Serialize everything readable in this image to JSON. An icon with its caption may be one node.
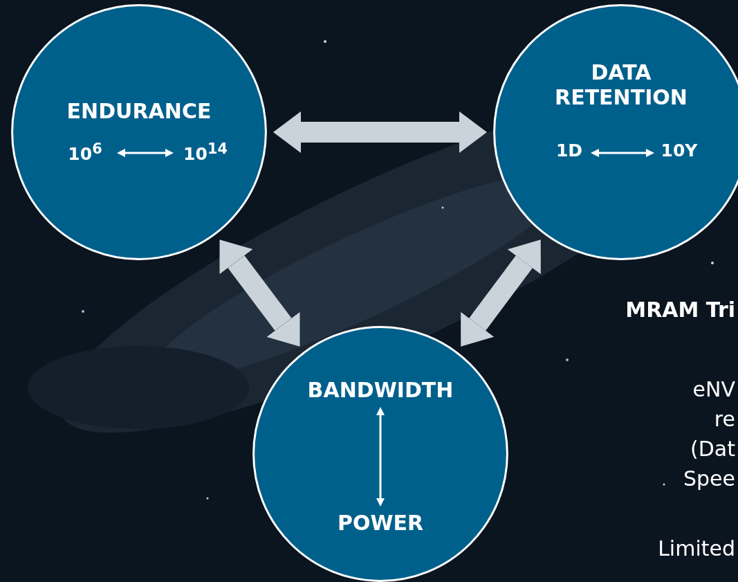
{
  "diagram": {
    "nodes": [
      {
        "text": [
          "ENDURANCE"
        ]
      },
      {
        "text": [
          "10$^{6}$"
        ],
        "in": 0
      },
      {
        "text": [
          "10$^{14}$"
        ],
        "in": 0
      },
      {
        "text": [
          "DATA RETENTION"
        ]
      },
      {
        "text": [
          "1D"
        ],
        "in": 3
      },
      {
        "text": [
          "10Y"
        ],
        "in": 3
      },
      {
        "text": [],
        "shape": "circle"
      },
      {
        "text": [
          "BANDWIDTH"
        ],
        "in": 6
      },
      {
        "text": [
          "POWER"
        ],
        "in": 6
      }
    ],
    "edges": [
      {
        "from": 0,
        "to": 3,
        "arrow": "both",
        "style": "thick",
        "color": "#cbd3da"
      },
      {
        "from": 1,
        "to": 2,
        "arrow": "both"
      },
      {
        "from": 4,
        "to": 5,
        "arrow": "both"
      },
      {
        "from": 0,
        "to": 6,
        "arrow": "both",
        "style": "thick",
        "color": "#cbd3da"
      },
      {
        "from": 3,
        "to": 6,
        "arrow": "both",
        "style": "thick",
        "color": "#cbd3da"
      },
      {
        "from": 7,
        "to": 8,
        "arrow": "both"
      }
    ],
    "labels": [
      "MRAM Tri",
      "eNV",
      "re",
      "(Dat",
      "Spee",
      "Limited"
    ]
  }
}
